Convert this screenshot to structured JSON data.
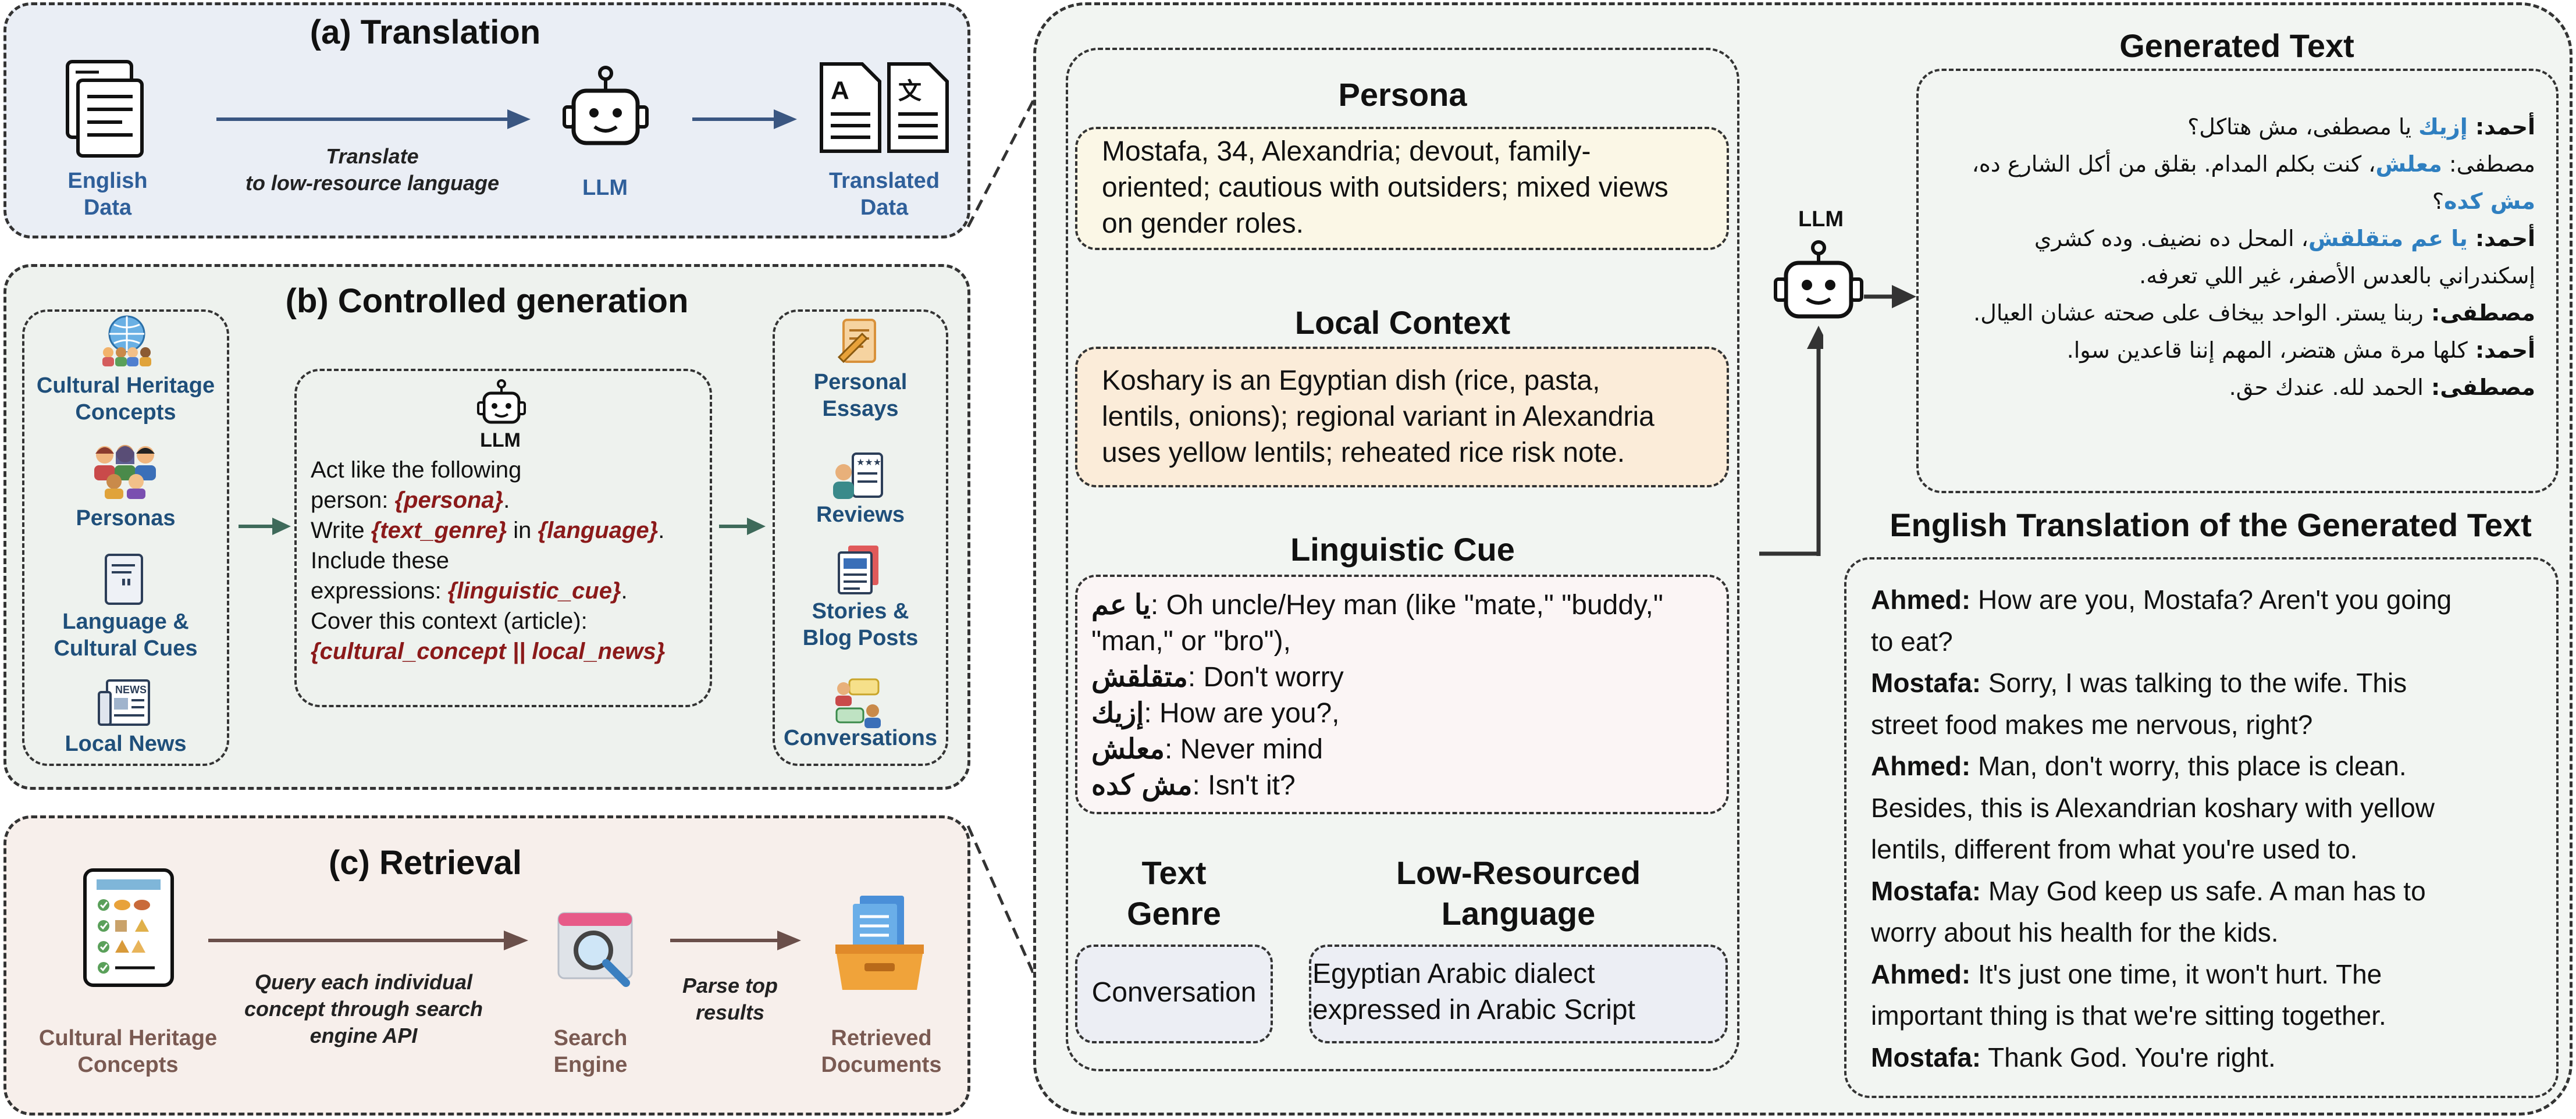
{
  "translation": {
    "title": "(a) Translation",
    "source_label_1": "English",
    "source_label_2": "Data",
    "arrow_label_1": "Translate",
    "arrow_label_2": "to low-resource language",
    "llm_label": "LLM",
    "target_label_1": "Translated",
    "target_label_2": "Data"
  },
  "controlled": {
    "title": "(b) Controlled generation",
    "inputs": [
      {
        "line1": "Cultural Heritage",
        "line2": "Concepts"
      },
      {
        "line1": "Personas",
        "line2": ""
      },
      {
        "line1": "Language &",
        "line2": "Cultural Cues"
      },
      {
        "line1": "Local News",
        "line2": ""
      }
    ],
    "llm_label": "LLM",
    "prompt": {
      "l1": "Act like the following",
      "l2a": "person: ",
      "l2b": "{persona}",
      "l2c": ".",
      "l3a": "Write ",
      "l3b": "{text_genre}",
      "l3c": " in ",
      "l3d": "{language}",
      "l3e": ".",
      "l4": "Include these",
      "l5a": "expressions: ",
      "l5b": "{linguistic_cue}",
      "l5c": ".",
      "l6": "Cover this context (article):",
      "l7": "{cultural_concept || local_news}"
    },
    "outputs": [
      {
        "line1": "Personal",
        "line2": "Essays"
      },
      {
        "line1": "Reviews",
        "line2": ""
      },
      {
        "line1": "Stories &",
        "line2": "Blog Posts"
      },
      {
        "line1": "Conversations",
        "line2": ""
      }
    ]
  },
  "retrieval": {
    "title": "(c) Retrieval",
    "source_label_1": "Cultural Heritage",
    "source_label_2": "Concepts",
    "arrow1_label_1": "Query each individual",
    "arrow1_label_2": "concept through search",
    "arrow1_label_3": "engine API",
    "engine_label_1": "Search",
    "engine_label_2": "Engine",
    "arrow2_label_1": "Parse top",
    "arrow2_label_2": "results",
    "docs_label_1": "Retrieved",
    "docs_label_2": "Documents"
  },
  "example": {
    "persona_title": "Persona",
    "persona_text": [
      "Mostafa, 34, Alexandria; devout, family-",
      "oriented; cautious with outsiders; mixed views",
      "on gender roles."
    ],
    "context_title": "Local Context",
    "context_text": [
      "Koshary is an Egyptian dish (rice, pasta,",
      "lentils, onions); regional variant in Alexandria",
      "uses yellow lentils; reheated rice risk note."
    ],
    "cue_title": "Linguistic Cue",
    "cues": [
      {
        "ar": "يا عم",
        "en": ": Oh uncle/Hey man (like \"mate,\" \"buddy,\""
      },
      {
        "ar": "",
        "en": "\"man,\" or \"bro\"),"
      },
      {
        "ar": "متقلقش",
        "en": ": Don't worry"
      },
      {
        "ar": "إزيك",
        "en": ": How are you?,"
      },
      {
        "ar": "معلش",
        "en": ": Never mind"
      },
      {
        "ar": "مش كده",
        "en": ": Isn't it?"
      }
    ],
    "genre_title_1": "Text",
    "genre_title_2": "Genre",
    "genre_value": "Conversation",
    "language_title_1": "Low-Resourced",
    "language_title_2": "Language",
    "language_value_1": "Egyptian Arabic dialect",
    "language_value_2": "expressed in Arabic Script",
    "llm_label": "LLM",
    "generated_title": "Generated Text",
    "generated": [
      {
        "a": "أحمد: ",
        "b": "إزيك",
        "c": " يا مصطفى، مش هتاكل؟"
      },
      {
        "a": "مصطفى: ",
        "b": "معلش",
        "c": "، كنت بكلم المدام. بقلق من أكل الشارع ده،"
      },
      {
        "a": "",
        "b": "مش كده",
        "c": "؟"
      },
      {
        "a": "أحمد: ",
        "b": "يا عم متقلقش",
        "c": "، المحل ده نضيف. وده كشري"
      },
      {
        "a": "",
        "b": "",
        "c": "إسكندراني بالعدس الأصفر، غير اللي تعرفه."
      },
      {
        "a": "مصطفى: ",
        "b": "",
        "c": "ربنا يستر. الواحد بيخاف على صحته عشان العيال."
      },
      {
        "a": "أحمد: ",
        "b": "",
        "c": "كلها مرة مش هتضر، المهم إننا قاعدين سوا."
      },
      {
        "a": "مصطفى: ",
        "b": "",
        "c": "الحمد لله. عندك حق."
      }
    ],
    "translation_title": "English Translation of the Generated Text",
    "translation": [
      {
        "s": "Ahmed:",
        "t": " How are you, Mostafa? Aren't you going"
      },
      {
        "s": "",
        "t": "to eat?"
      },
      {
        "s": "Mostafa:",
        "t": " Sorry, I was talking to the wife. This"
      },
      {
        "s": "",
        "t": "street food makes me nervous, right?"
      },
      {
        "s": "Ahmed:",
        "t": " Man, don't worry, this place is clean."
      },
      {
        "s": "",
        "t": "Besides, this is Alexandrian koshary with yellow"
      },
      {
        "s": "",
        "t": "lentils, different from what you're used to."
      },
      {
        "s": "Mostafa:",
        "t": " May God keep us safe. A man has to"
      },
      {
        "s": "",
        "t": "worry about his health for the kids."
      },
      {
        "s": "Ahmed:",
        "t": " It's just one time, it won't hurt. The"
      },
      {
        "s": "",
        "t": "important thing is that we're sitting together."
      },
      {
        "s": "Mostafa:",
        "t": " Thank God. You're right."
      }
    ]
  }
}
